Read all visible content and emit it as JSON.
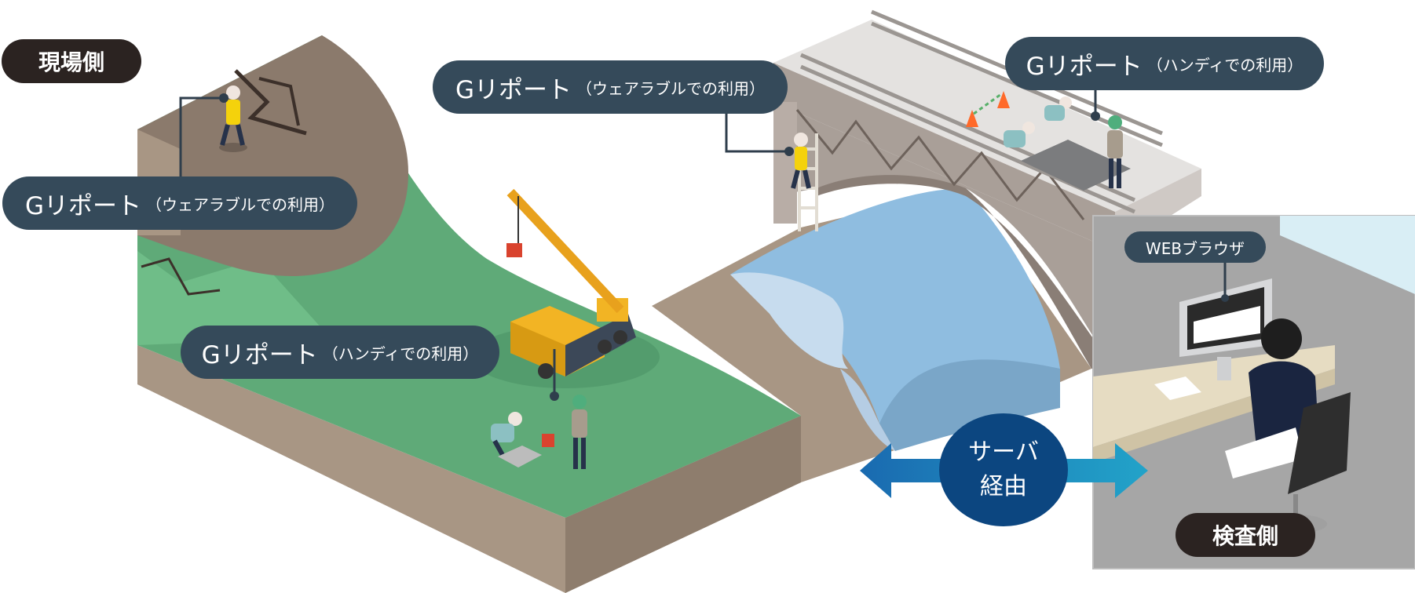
{
  "labels": {
    "site_side": "現場側",
    "inspection_side": "検査側",
    "g_report": "Gリポート",
    "wearable_use": "（ウェアラブルでの利用）",
    "handy_use": "（ハンディでの利用）",
    "web_browser": "WEBブラウザ",
    "server_line1": "サーバ",
    "server_line2": "経由"
  },
  "colors": {
    "label_bg": "#354a5a",
    "side_label_bg": "#2b2321",
    "server_bg": "#0c4680",
    "arrow": "#1a8fc4",
    "grass": "#5faa78",
    "earth": "#a89684",
    "rock": "#8b7a6c",
    "river": "#8fbde0",
    "bridge": "#a99f98",
    "office_bg": "#a6a6a6"
  },
  "icons": [
    "worker-icon",
    "crane-truck-icon",
    "bridge-icon",
    "river-icon",
    "operator-icon",
    "monitor-icon",
    "traffic-cone-icon",
    "bidirectional-arrow-icon"
  ]
}
